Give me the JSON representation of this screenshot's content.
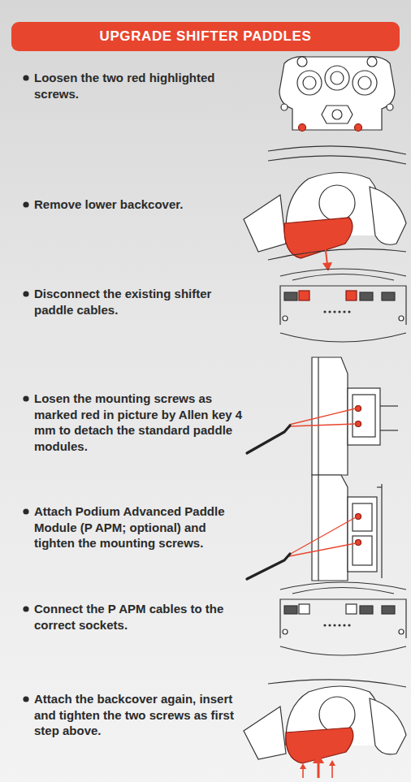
{
  "diagram": {
    "title": "UPGRADE SHIFTER PADDLES",
    "labels": [
      "Loosen the two red highlighted screws.",
      "Remove lower backcover.",
      "Disconnect the existing shifter paddle cables.",
      "Losen the mounting screws as marked red in picture by Allen key 4 mm to detach the standard paddle modules.",
      "Attach Podium Advanced Paddle Module (P APM; optional) and tighten the mounting screws.",
      "Connect the P APM cables to the correct sockets.",
      "Attach the backcover again, insert and tighten the two screws as first step above."
    ]
  }
}
